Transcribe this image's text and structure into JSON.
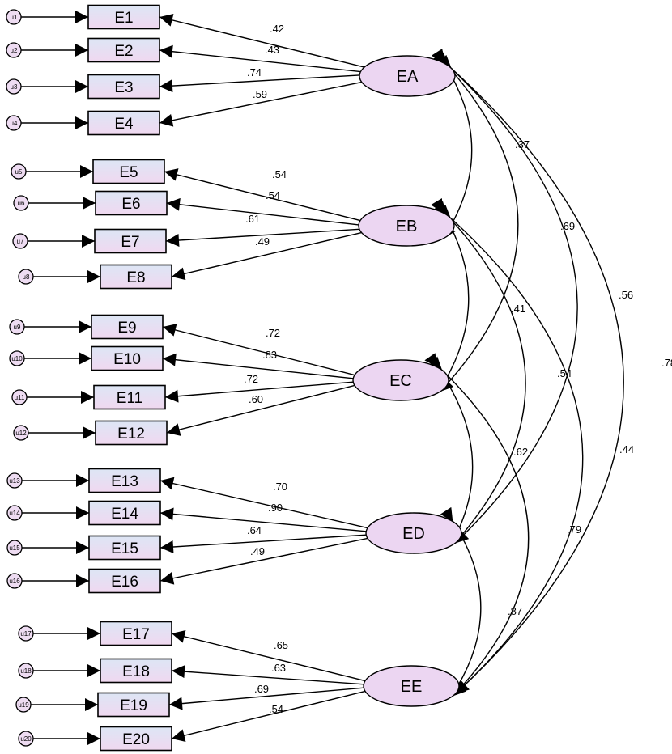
{
  "colors": {
    "indicator_fill_top": "#dde6f5",
    "indicator_fill_bottom": "#f0d8f0",
    "latent_fill": "#ecd6f2",
    "error_fill": "#eedcf2",
    "stroke": "#000000"
  },
  "latents": [
    {
      "id": "EA",
      "label": "EA"
    },
    {
      "id": "EB",
      "label": "EB"
    },
    {
      "id": "EC",
      "label": "EC"
    },
    {
      "id": "ED",
      "label": "ED"
    },
    {
      "id": "EE",
      "label": "EE"
    }
  ],
  "indicators": [
    {
      "label": "E1",
      "error": "u1",
      "latent": "EA",
      "loading": ".42"
    },
    {
      "label": "E2",
      "error": "u2",
      "latent": "EA",
      "loading": ".43"
    },
    {
      "label": "E3",
      "error": "u3",
      "latent": "EA",
      "loading": ".74"
    },
    {
      "label": "E4",
      "error": "u4",
      "latent": "EA",
      "loading": ".59"
    },
    {
      "label": "E5",
      "error": "u5",
      "latent": "EB",
      "loading": ".54"
    },
    {
      "label": "E6",
      "error": "u6",
      "latent": "EB",
      "loading": ".54"
    },
    {
      "label": "E7",
      "error": "u7",
      "latent": "EB",
      "loading": ".61"
    },
    {
      "label": "E8",
      "error": "u8",
      "latent": "EB",
      "loading": ".49"
    },
    {
      "label": "E9",
      "error": "u9",
      "latent": "EC",
      "loading": ".72"
    },
    {
      "label": "E10",
      "error": "u10",
      "latent": "EC",
      "loading": ".83"
    },
    {
      "label": "E11",
      "error": "u11",
      "latent": "EC",
      "loading": ".72"
    },
    {
      "label": "E12",
      "error": "u12",
      "latent": "EC",
      "loading": ".60"
    },
    {
      "label": "E13",
      "error": "u13",
      "latent": "ED",
      "loading": ".70"
    },
    {
      "label": "E14",
      "error": "u14",
      "latent": "ED",
      "loading": ".90"
    },
    {
      "label": "E15",
      "error": "u15",
      "latent": "ED",
      "loading": ".64"
    },
    {
      "label": "E16",
      "error": "u16",
      "latent": "ED",
      "loading": ".49"
    },
    {
      "label": "E17",
      "error": "u17",
      "latent": "EE",
      "loading": ".65"
    },
    {
      "label": "E18",
      "error": "u18",
      "latent": "EE",
      "loading": ".63"
    },
    {
      "label": "E19",
      "error": "u19",
      "latent": "EE",
      "loading": ".69"
    },
    {
      "label": "E20",
      "error": "u20",
      "latent": "EE",
      "loading": ".54"
    }
  ],
  "covariances": [
    {
      "from": "EA",
      "to": "EB",
      "value": ".37"
    },
    {
      "from": "EA",
      "to": "EC",
      "value": ".69"
    },
    {
      "from": "EA",
      "to": "ED",
      "value": ".56"
    },
    {
      "from": "EA",
      "to": "EE",
      "value": ".78"
    },
    {
      "from": "EB",
      "to": "EC",
      "value": ".41"
    },
    {
      "from": "EB",
      "to": "ED",
      "value": ".54"
    },
    {
      "from": "EB",
      "to": "EE",
      "value": ".44"
    },
    {
      "from": "EC",
      "to": "ED",
      "value": ".62"
    },
    {
      "from": "EC",
      "to": "EE",
      "value": ".79"
    },
    {
      "from": "ED",
      "to": "EE",
      "value": ".87"
    }
  ]
}
